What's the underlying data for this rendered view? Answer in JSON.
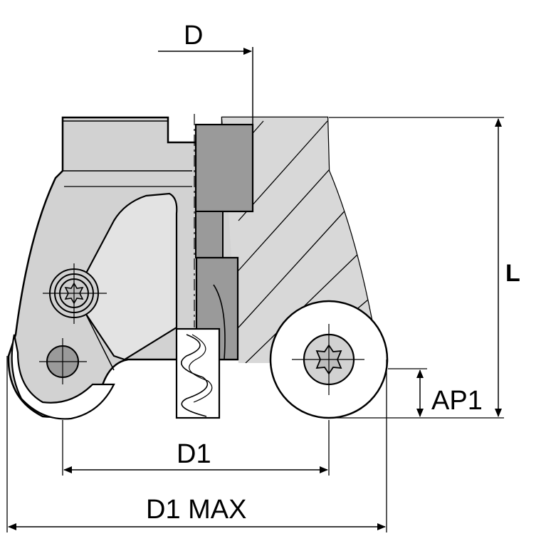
{
  "labels": {
    "d": "D",
    "l": "L",
    "ap1": "AP1",
    "d1": "D1",
    "d1_max": "D1 MAX"
  },
  "colors": {
    "body": "#d2d2d2",
    "body_light": "#e3e3e3",
    "dark_part": "#9a9a9a",
    "insert": "#ffffff",
    "line": "#000000"
  },
  "icons": [
    "torx-screw-icon",
    "torx-screw-icon",
    "round-screw-icon"
  ]
}
